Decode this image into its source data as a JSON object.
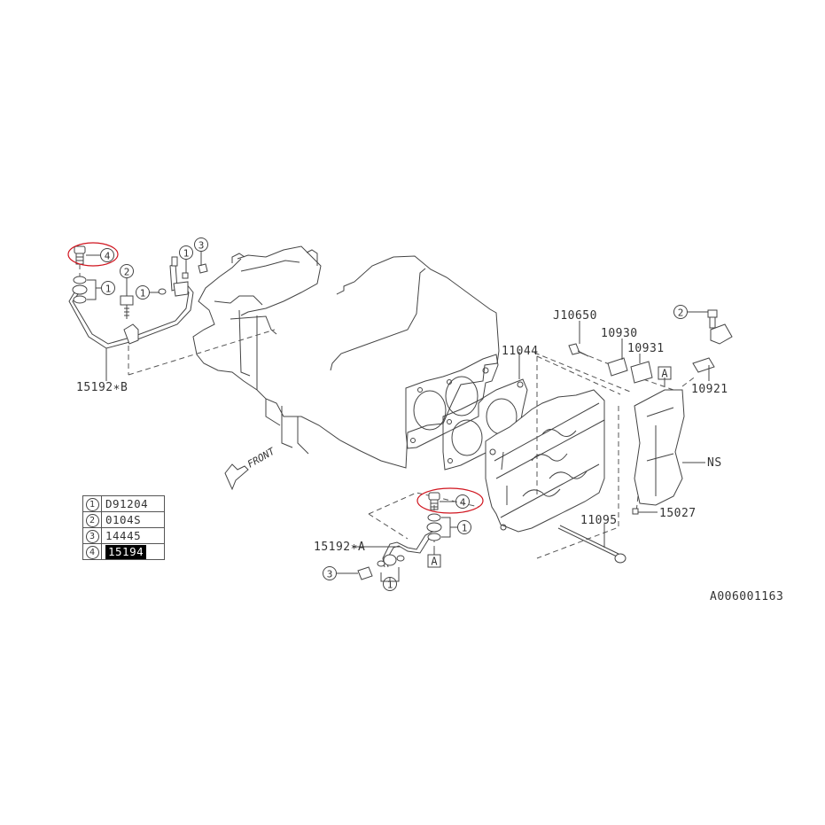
{
  "diagram": {
    "catalog_id": "A006001163",
    "front_label": "FRONT",
    "highlight_color": "#d0141e",
    "part_labels": {
      "pipe_b": "15192∗B",
      "pipe_a": "15192∗A",
      "gasket": "11044",
      "bolt_head": "11095",
      "bolt_j": "J10650",
      "cover": "10930",
      "cover_gasket": "10931",
      "sensor": "10921",
      "cam_carrier": "NS",
      "plug": "15027",
      "ref_a_upper": "A",
      "ref_a_lower": "A"
    },
    "callouts": {
      "top_left_4": "4",
      "top_left_1": "1",
      "top_left_2": "2",
      "top_mid_1a": "1",
      "top_mid_1b": "1",
      "top_mid_3": "3",
      "right_2": "2",
      "center_4": "4",
      "center_1": "1",
      "bottom_3": "3",
      "bottom_1": "1"
    },
    "legend": [
      {
        "num": "1",
        "code": "D91204",
        "selected": false
      },
      {
        "num": "2",
        "code": "0104S",
        "selected": false
      },
      {
        "num": "3",
        "code": "14445",
        "selected": false
      },
      {
        "num": "4",
        "code": "15194",
        "selected": true
      }
    ]
  }
}
